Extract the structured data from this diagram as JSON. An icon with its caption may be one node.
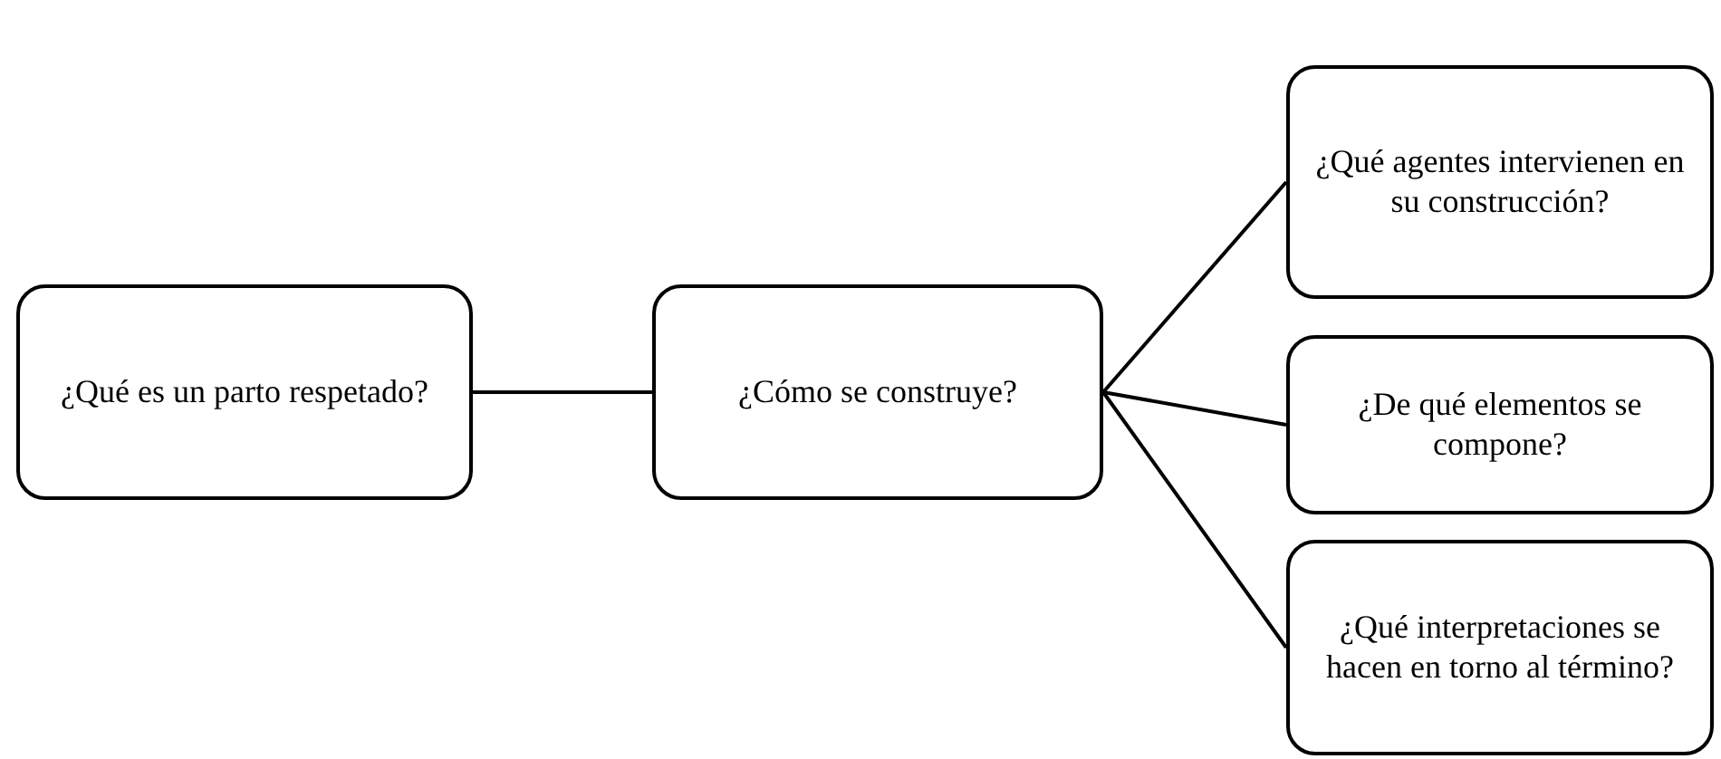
{
  "diagram": {
    "nodes": [
      {
        "text": [
          "¿Qué es un parto respetado?"
        ]
      },
      {
        "text": [
          "¿Cómo se construye?"
        ]
      },
      {
        "text": [
          "¿Qué agentes intervienen en su construcción?"
        ]
      },
      {
        "text": [
          "¿De qué elementos se compone?"
        ]
      },
      {
        "text": [
          "¿Qué interpretaciones se hacen en torno al término?"
        ]
      }
    ],
    "edges": [
      {
        "from": 0,
        "to": 1,
        "arrow": "none"
      },
      {
        "from": 1,
        "to": 2,
        "arrow": "none"
      },
      {
        "from": 1,
        "to": 3,
        "arrow": "none"
      },
      {
        "from": 1,
        "to": 4,
        "arrow": "none"
      }
    ]
  }
}
